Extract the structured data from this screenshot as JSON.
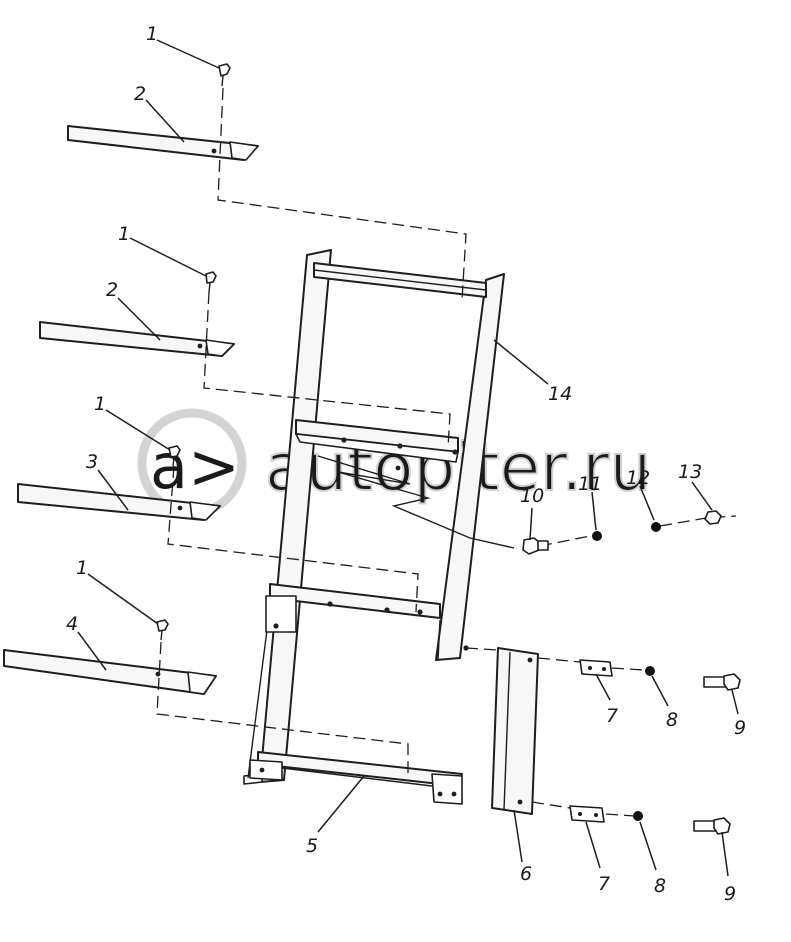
{
  "watermark": {
    "text": "autopiter.ru",
    "color": "#d3d3d3"
  },
  "colors": {
    "line": "#1e1e1e",
    "background": "#ffffff"
  },
  "callouts": {
    "c1a": "1",
    "c2a": "2",
    "c1b": "1",
    "c2b": "2",
    "c1c": "1",
    "c3": "3",
    "c1d": "1",
    "c4": "4",
    "c14": "14",
    "c10": "10",
    "c11": "11",
    "c12": "12",
    "c13": "13",
    "c5": "5",
    "c6": "6",
    "c7a": "7",
    "c8a": "8",
    "c9a": "9",
    "c7b": "7",
    "c8b": "8",
    "c9b": "9"
  }
}
